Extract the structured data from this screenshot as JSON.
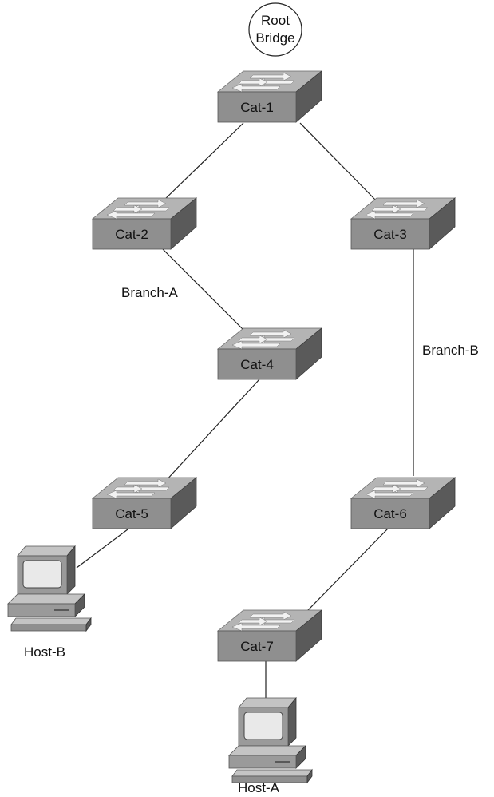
{
  "root_bridge": {
    "line1": "Root",
    "line2": "Bridge"
  },
  "switches": [
    {
      "id": "cat1",
      "label": "Cat-1"
    },
    {
      "id": "cat2",
      "label": "Cat-2"
    },
    {
      "id": "cat3",
      "label": "Cat-3"
    },
    {
      "id": "cat4",
      "label": "Cat-4"
    },
    {
      "id": "cat5",
      "label": "Cat-5"
    },
    {
      "id": "cat6",
      "label": "Cat-6"
    },
    {
      "id": "cat7",
      "label": "Cat-7"
    }
  ],
  "hosts": [
    {
      "id": "hostB",
      "label": "Host-B"
    },
    {
      "id": "hostA",
      "label": "Host-A"
    }
  ],
  "branches": [
    {
      "id": "branchA",
      "label": "Branch-A"
    },
    {
      "id": "branchB",
      "label": "Branch-B"
    }
  ],
  "links": [
    [
      "cat1",
      "cat2"
    ],
    [
      "cat1",
      "cat3"
    ],
    [
      "cat2",
      "cat4"
    ],
    [
      "cat4",
      "cat5"
    ],
    [
      "cat3",
      "cat6"
    ],
    [
      "cat6",
      "cat7"
    ],
    [
      "cat5",
      "hostB"
    ],
    [
      "cat7",
      "hostA"
    ]
  ],
  "colors": {
    "switch_top": "#b4b4b4",
    "switch_front": "#8f8f8f",
    "switch_side": "#5a5a5a",
    "line": "#222222",
    "arrow": "#f2f2f2"
  }
}
